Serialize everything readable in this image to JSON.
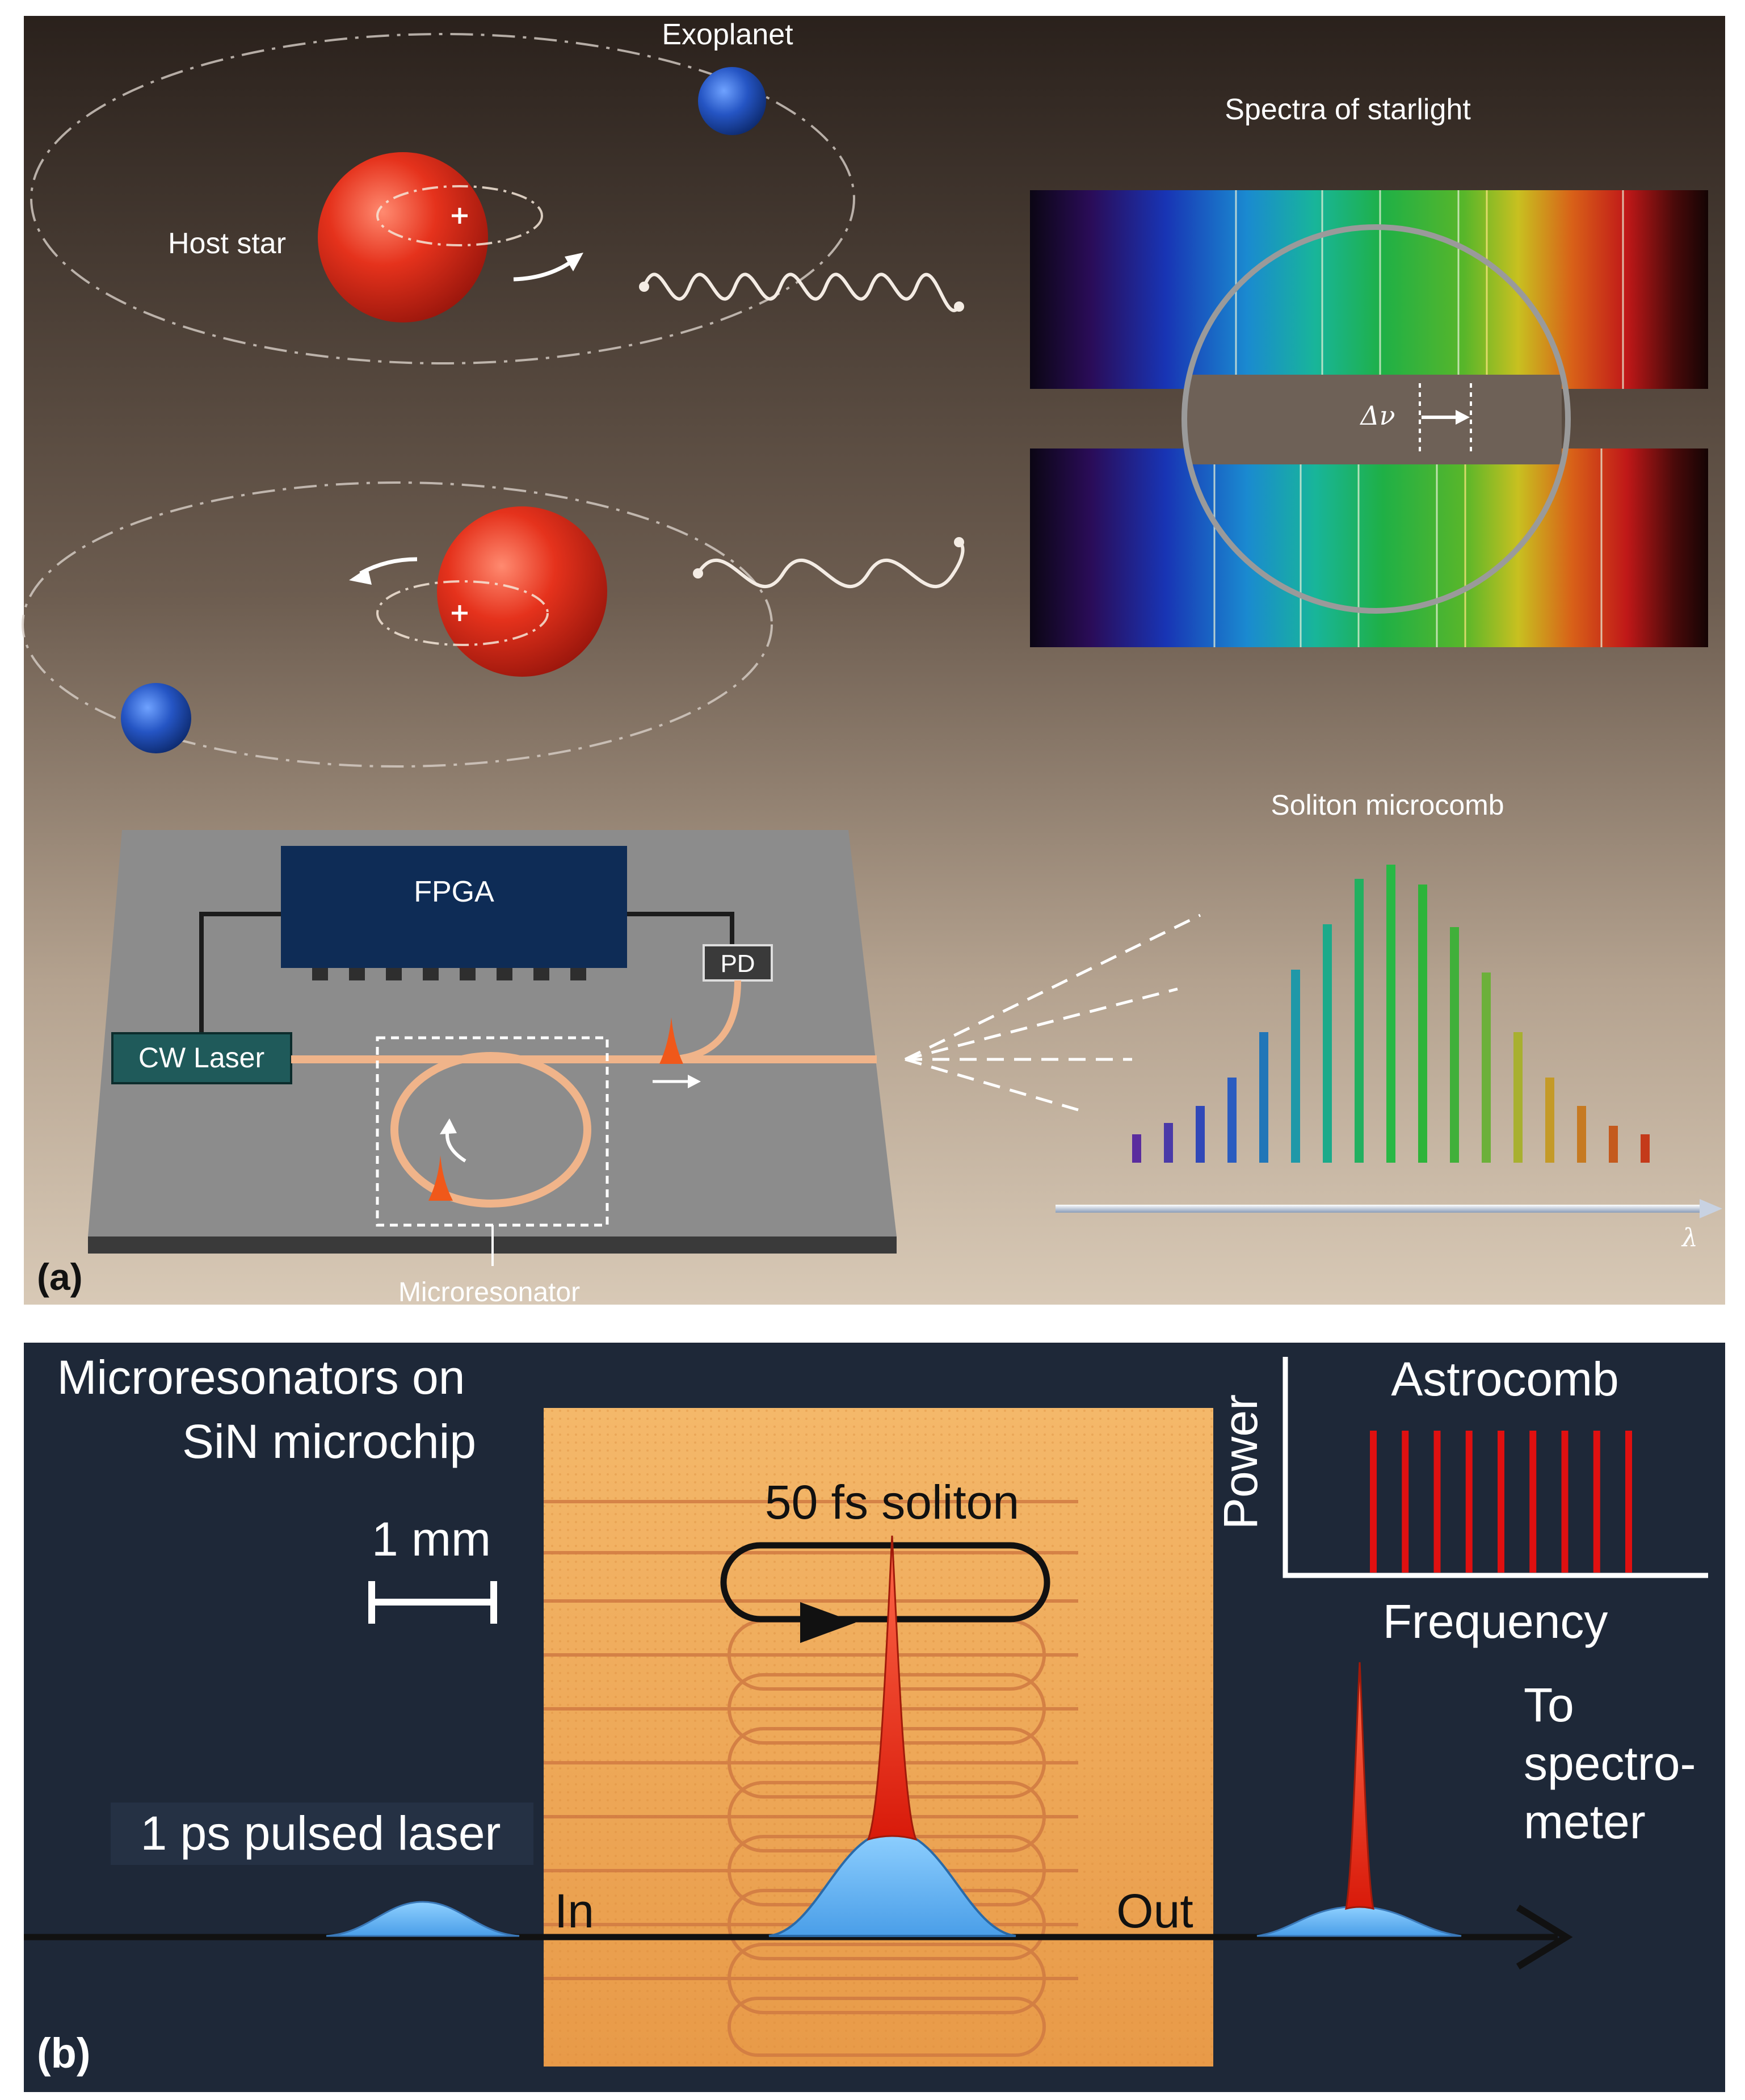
{
  "panel_a": {
    "exoplanet_label": "Exoplanet",
    "host_star_label": "Host star",
    "spectra_label": "Spectra of starlight",
    "delta_nu_label": "Δν",
    "soliton_label": "Soliton microcomb",
    "fpga_label": "FPGA",
    "pd_label": "PD",
    "cw_laser_label": "CW Laser",
    "microresonator_label": "Microresonator",
    "lambda_label": "λ",
    "panel_tag": "(a)",
    "comb_colors": [
      "#5a2c9e",
      "#4a3aa8",
      "#3048b8",
      "#2a5cc0",
      "#2176b8",
      "#1f98a8",
      "#1caa8a",
      "#22b060",
      "#28b845",
      "#2db43a",
      "#40b03a",
      "#6cb03a",
      "#a8b030",
      "#c49a28",
      "#c67a22",
      "#c45a1e",
      "#c43a1a",
      "#c0201a"
    ],
    "comb_heights": [
      0.1,
      0.14,
      0.2,
      0.3,
      0.46,
      0.68,
      0.84,
      1.0,
      1.05,
      0.98,
      0.83,
      0.67,
      0.46,
      0.3,
      0.2,
      0.13,
      0.1
    ]
  },
  "panel_b": {
    "title_line1": "Microresonators on",
    "title_line2": "SiN microchip",
    "scale_label": "1 mm",
    "soliton_label": "50 fs soliton",
    "pulsed_laser_label": "1 ps pulsed laser",
    "in_label": "In",
    "out_label": "Out",
    "astrocomb_label": "Astrocomb",
    "power_label": "Power",
    "frequency_label": "Frequency",
    "to_line1": "To",
    "to_line2": "spectro-",
    "to_line3": "meter",
    "panel_tag": "(b)",
    "astrocomb_line_count": 9,
    "astrocomb_color": "#e01010"
  }
}
